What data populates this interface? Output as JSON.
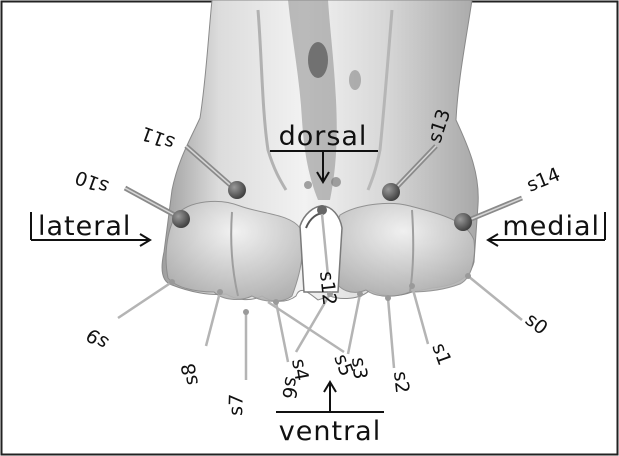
{
  "figure": {
    "directions": {
      "dorsal": "dorsal",
      "ventral": "ventral",
      "lateral": "lateral",
      "medial": "medial"
    },
    "sensors": [
      "s0",
      "s1",
      "s2",
      "s3",
      "s4",
      "s5",
      "s6",
      "s7",
      "s8",
      "s9",
      "s10",
      "s11",
      "s12",
      "s13",
      "s14"
    ],
    "colors": {
      "bone_light": "#e6e6e6",
      "bone_mid": "#bdbdbd",
      "bone_dark": "#6f6f6f",
      "probe": "#9a9a9a",
      "marker_head": "#4a4a4a",
      "ink": "#111111"
    }
  }
}
